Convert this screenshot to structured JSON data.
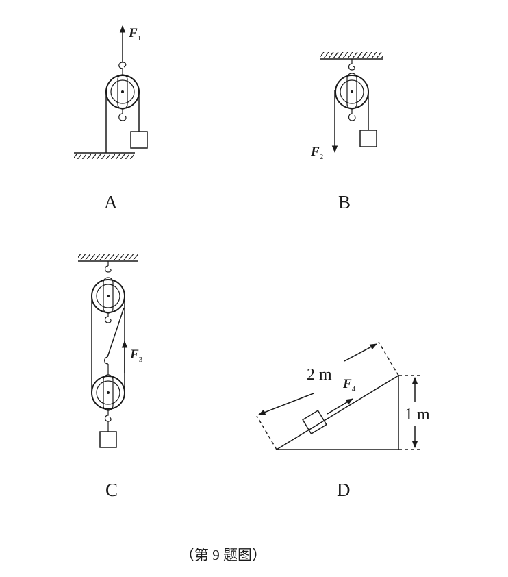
{
  "figure": {
    "caption": "（第 9 题图）",
    "panels": [
      {
        "id": "A",
        "label": "A",
        "force_letter": "F",
        "force_subscript": "1"
      },
      {
        "id": "B",
        "label": "B",
        "force_letter": "F",
        "force_subscript": "2"
      },
      {
        "id": "C",
        "label": "C",
        "force_letter": "F",
        "force_subscript": "3"
      },
      {
        "id": "D",
        "label": "D",
        "force_letter": "F",
        "force_subscript": "4",
        "length_label": "2 m",
        "height_label": "1 m"
      }
    ]
  },
  "colors": {
    "ink": "#1a1a1a",
    "background": "#ffffff"
  }
}
